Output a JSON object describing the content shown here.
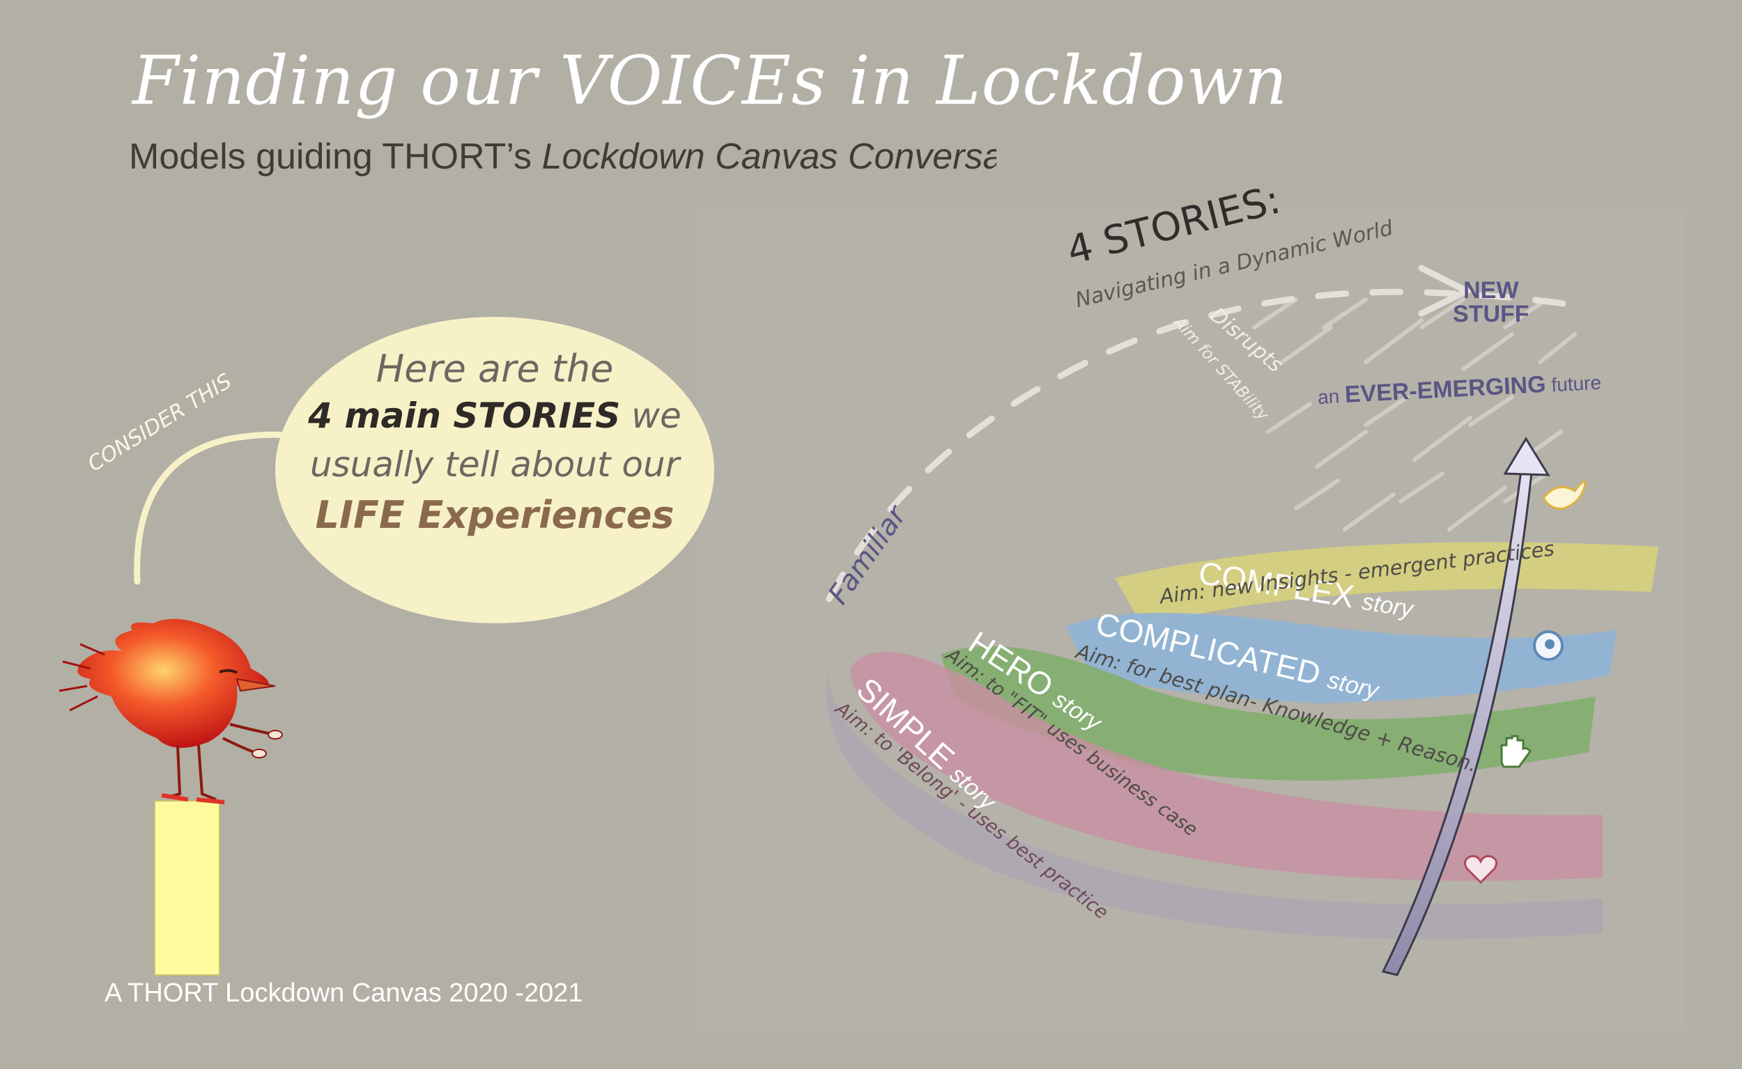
{
  "title": "Finding our VOICEs in Lockdown",
  "subtitle": {
    "prefix": "Models guiding THORT’s ",
    "italic": "Lockdown Canvas Conversatio"
  },
  "consider_label": "CONSIDER THIS",
  "bubble": {
    "line1": "Here are the",
    "line2_bold": "4 main STORIES",
    "line2_rest": " we",
    "line3": "usually tell about our",
    "line4": "LIFE Experiences"
  },
  "diagram": {
    "heading": "4 STORIES:",
    "subheading": "Navigating in a Dynamic World",
    "new_stuff_line1": "NEW",
    "new_stuff_line2": "STUFF",
    "disrupts": "Disrupts",
    "aim_stability": "Aim for STABility",
    "ever_emerging_prefix": "an ",
    "ever_emerging_bold": "EVER-EMERGING",
    "ever_emerging_suffix": " future",
    "familiar": "Familiar",
    "stories": [
      {
        "name": "COMPLEX",
        "word": "story",
        "aim": "Aim: new Insights - emergent practices",
        "color": "#d8d27a"
      },
      {
        "name": "COMPLICATED",
        "word": "story",
        "aim": "Aim: for best plan- Knowledge + Reason.",
        "color": "#8eb4d6"
      },
      {
        "name": "HERO",
        "word": "story",
        "aim": "Aim: to \"FIT\" uses business case",
        "color": "#7fae6a"
      },
      {
        "name": "SIMPLE",
        "word": "story",
        "aim": "Aim: to 'Belong' - uses best practice",
        "color": "#c98fa3"
      }
    ]
  },
  "footer": "A THORT Lockdown Canvas 2020 -2021",
  "colors": {
    "background": "#b2afa5",
    "bubble": "#f7f1c8",
    "pedestal": "#fdfb9e",
    "bird": "#e8321e",
    "arrow": "#c7c3de",
    "label_purple": "#5b5585"
  }
}
